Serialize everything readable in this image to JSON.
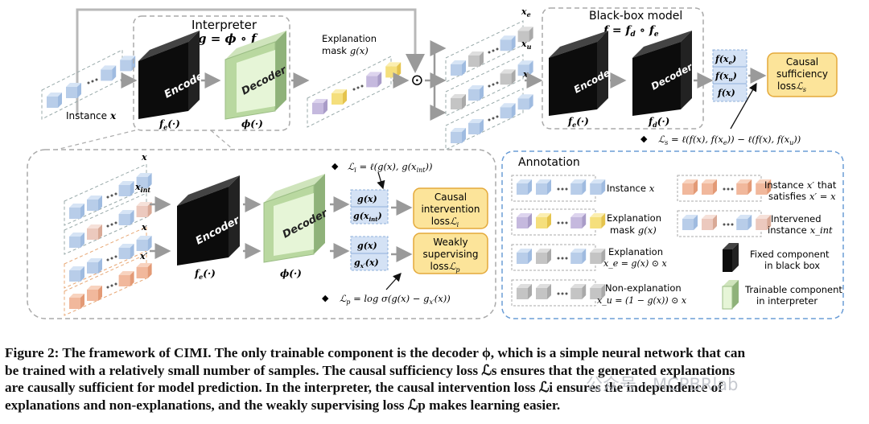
{
  "interpreter": {
    "title": "Interpreter",
    "formula": "g = ϕ ∘ f",
    "formula_sub": "e",
    "encoder_label": "Encoder",
    "encoder_fn": "f",
    "encoder_fn_sub": "e",
    "encoder_fn_arg": "(·)",
    "decoder_label": "Decoder",
    "decoder_fn": "ϕ(·)",
    "instance_label": "Instance",
    "instance_var": "x",
    "mask_label": "Explanation",
    "mask_label2": "mask",
    "mask_var": "g(x)"
  },
  "odot": "⊙",
  "black_box": {
    "title": "Black-box model",
    "formula": "f = f",
    "formula_sub1": "d",
    "formula_mid": " ∘ f",
    "formula_sub2": "e",
    "encoder_label": "Encoder",
    "encoder_fn": "f",
    "encoder_fn_sub": "e",
    "encoder_fn_arg": "(·)",
    "decoder_label": "Decoder",
    "decoder_fn": "f",
    "decoder_fn_sub": "d",
    "decoder_fn_arg": "(·)",
    "row_labels": [
      "x",
      "x",
      "x"
    ],
    "row_label_subs": [
      "e",
      "u",
      ""
    ],
    "outputs": [
      "f(x",
      "f(x",
      "f(x)"
    ],
    "output_subs": [
      "e",
      "u",
      ""
    ],
    "output_tails": [
      ")",
      ")",
      ""
    ],
    "loss_box": [
      "Causal",
      "sufficiency",
      "loss"
    ],
    "loss_var": "ℒ",
    "loss_var_sub": "s",
    "loss_formula": "ℒ",
    "loss_formula_sub": "s",
    "loss_formula_rest": " = ℓ(f(x), f(x",
    "loss_formula_rest2": ")) − ℓ(f(x), f(x",
    "loss_formula_end": "))"
  },
  "training": {
    "row_labels": [
      "x",
      "x",
      "x",
      "x′"
    ],
    "row_label_subs": [
      "",
      "int",
      "",
      ""
    ],
    "encoder_label": "Encoder",
    "encoder_fn": "f",
    "encoder_fn_sub": "e",
    "encoder_fn_arg": "(·)",
    "decoder_label": "Decoder",
    "decoder_fn": "ϕ(·)",
    "pair1": [
      "g(x)",
      "g(x",
      "int",
      ")"
    ],
    "pair2": [
      "g(x)",
      "g",
      "x′",
      "(x)"
    ],
    "intervention_box": [
      "Causal",
      "intervention",
      "loss"
    ],
    "intervention_var": "ℒ",
    "intervention_var_sub": "i",
    "weak_box": [
      "Weakly",
      "supervising",
      "loss"
    ],
    "weak_var": "ℒ",
    "weak_var_sub": "p",
    "li_formula": "ℒ",
    "li_formula_sub": "i",
    "li_formula_rest": " = ℓ(g(x), g(x",
    "li_formula_sub2": "int",
    "li_formula_end": "))",
    "lp_formula": "ℒ",
    "lp_formula_sub": "p",
    "lp_formula_rest": " = log σ(g(x) − g",
    "lp_formula_sub2": "x′",
    "lp_formula_end": "(x))"
  },
  "annotation": {
    "title": "Annotation",
    "items": [
      {
        "text1": "Instance",
        "text2": "",
        "var": "x"
      },
      {
        "text1": "Explanation",
        "text2": "mask",
        "var": "g(x)"
      },
      {
        "text1": "Explanation",
        "text2": "",
        "var": "x_e = g(x) ⊙ x"
      },
      {
        "text1": "Non-explanation",
        "text2": "",
        "var": "x_u = (1 − g(x)) ⊙ x"
      },
      {
        "text1": "Instance",
        "text2": "that",
        "var": "x′",
        "text3": "satisfies",
        "var2": "x′ = x"
      },
      {
        "text1": "Intervened",
        "text2": "instance",
        "var": "x_int"
      },
      {
        "text1": "Fixed component",
        "text2": "in black box"
      },
      {
        "text1": "Trainable component",
        "text2": "in interpreter"
      }
    ]
  },
  "caption": {
    "line1": "Figure 2: The framework of CIMI. The only trainable component is the decoder ϕ, which is a simple neural network that can",
    "line2": "be trained with a relatively small number of samples. The causal sufficiency loss ℒs ensures that the generated explanations",
    "line3": "are causally sufficient for model prediction. In the interpreter, the causal intervention loss ℒi ensures the independence of",
    "line4": "explanations and non-explanations, and the weakly supervising loss ℒp makes learning easier."
  },
  "watermark": "公众号 · MCPBRlab",
  "colors": {
    "blue": "#b8cde9",
    "blue_dark": "#8fb0da",
    "gray": "#c4c4c4",
    "purple": "#c5b9de",
    "yellow": "#f5df7c",
    "salmon": "#f1b89c",
    "pink": "#ecc9be",
    "decoder_green": "#b9d8a0",
    "loss_fill": "#fce49a",
    "loss_stroke": "#e4a93a",
    "annotation_border": "#6b9dd6",
    "output_fill": "#d4e2f5"
  }
}
